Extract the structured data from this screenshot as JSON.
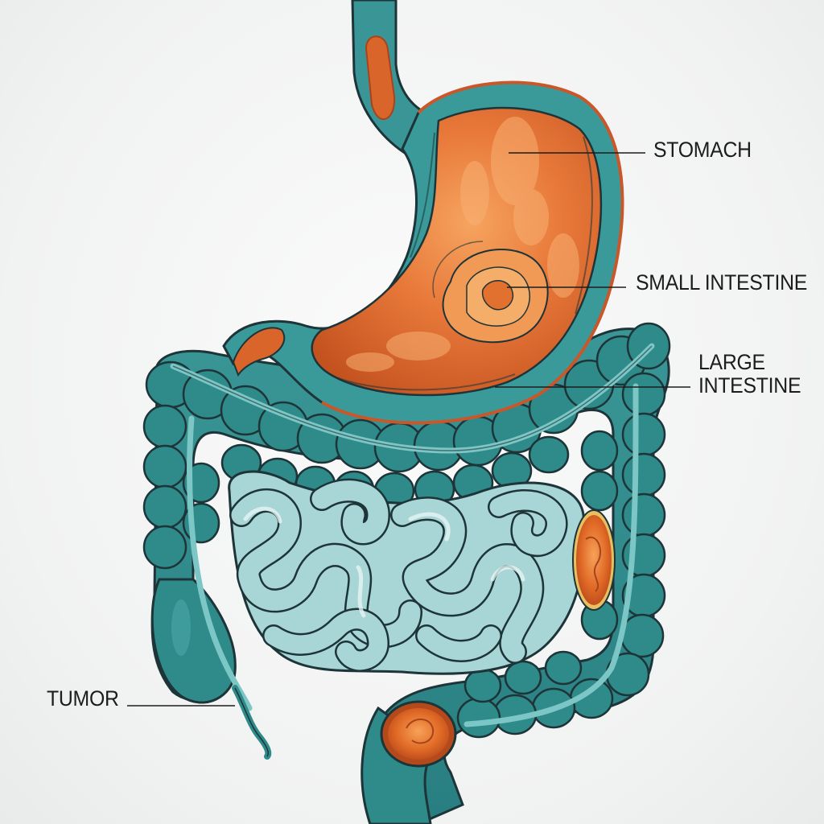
{
  "labels": {
    "stomach": "STOMACH",
    "small_intestine": "SMALL INTESTINE",
    "large_intestine_line1": "LARGE",
    "large_intestine_line2": "INTESTINE",
    "tumor": "TUMOR"
  },
  "colors": {
    "background": "#f2f3f3",
    "stomach_fill": "#e07030",
    "stomach_highlight": "#f5a060",
    "stomach_outline": "#c9572a",
    "colon_fill": "#2f8a8a",
    "colon_dark": "#1f5f63",
    "small_intestine_fill": "#a9d6d6",
    "tumor_fill": "#e2702e",
    "outline": "#1d3438"
  }
}
